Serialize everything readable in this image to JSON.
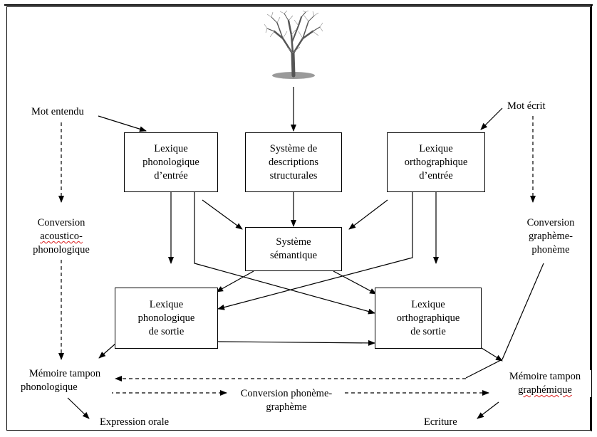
{
  "boxes": {
    "lex_phon_entree": "Lexique\nphonologique\nd’entrée",
    "descriptions": "Système de\ndescriptions\nstructurales",
    "lex_orth_entree": "Lexique\northographique\nd’entrée",
    "semantique": "Système\nsémantique",
    "lex_phon_sortie": "Lexique\nphonologique\nde sortie",
    "lex_orth_sortie": "Lexique\northographique\nde sortie"
  },
  "labels": {
    "mot_entendu": "Mot entendu",
    "mot_ecrit": "Mot écrit",
    "conversion_acoustico_1": "Conversion",
    "conversion_acoustico_2": "acoustico-",
    "conversion_acoustico_3": "phonologique",
    "conversion_grapheme": "Conversion\ngraphème-\nphonème",
    "memoire_phono_1": "Mémoire tampon",
    "memoire_phono_2": "phonologique",
    "memoire_graph_1": "Mémoire tampon",
    "memoire_graph_2": "graphémique",
    "conversion_phoneme": "Conversion phonème-\ngraphème",
    "expression_orale": "Expression orale",
    "ecriture": "Ecriture"
  },
  "icons": {
    "tree": "tree-icon"
  }
}
